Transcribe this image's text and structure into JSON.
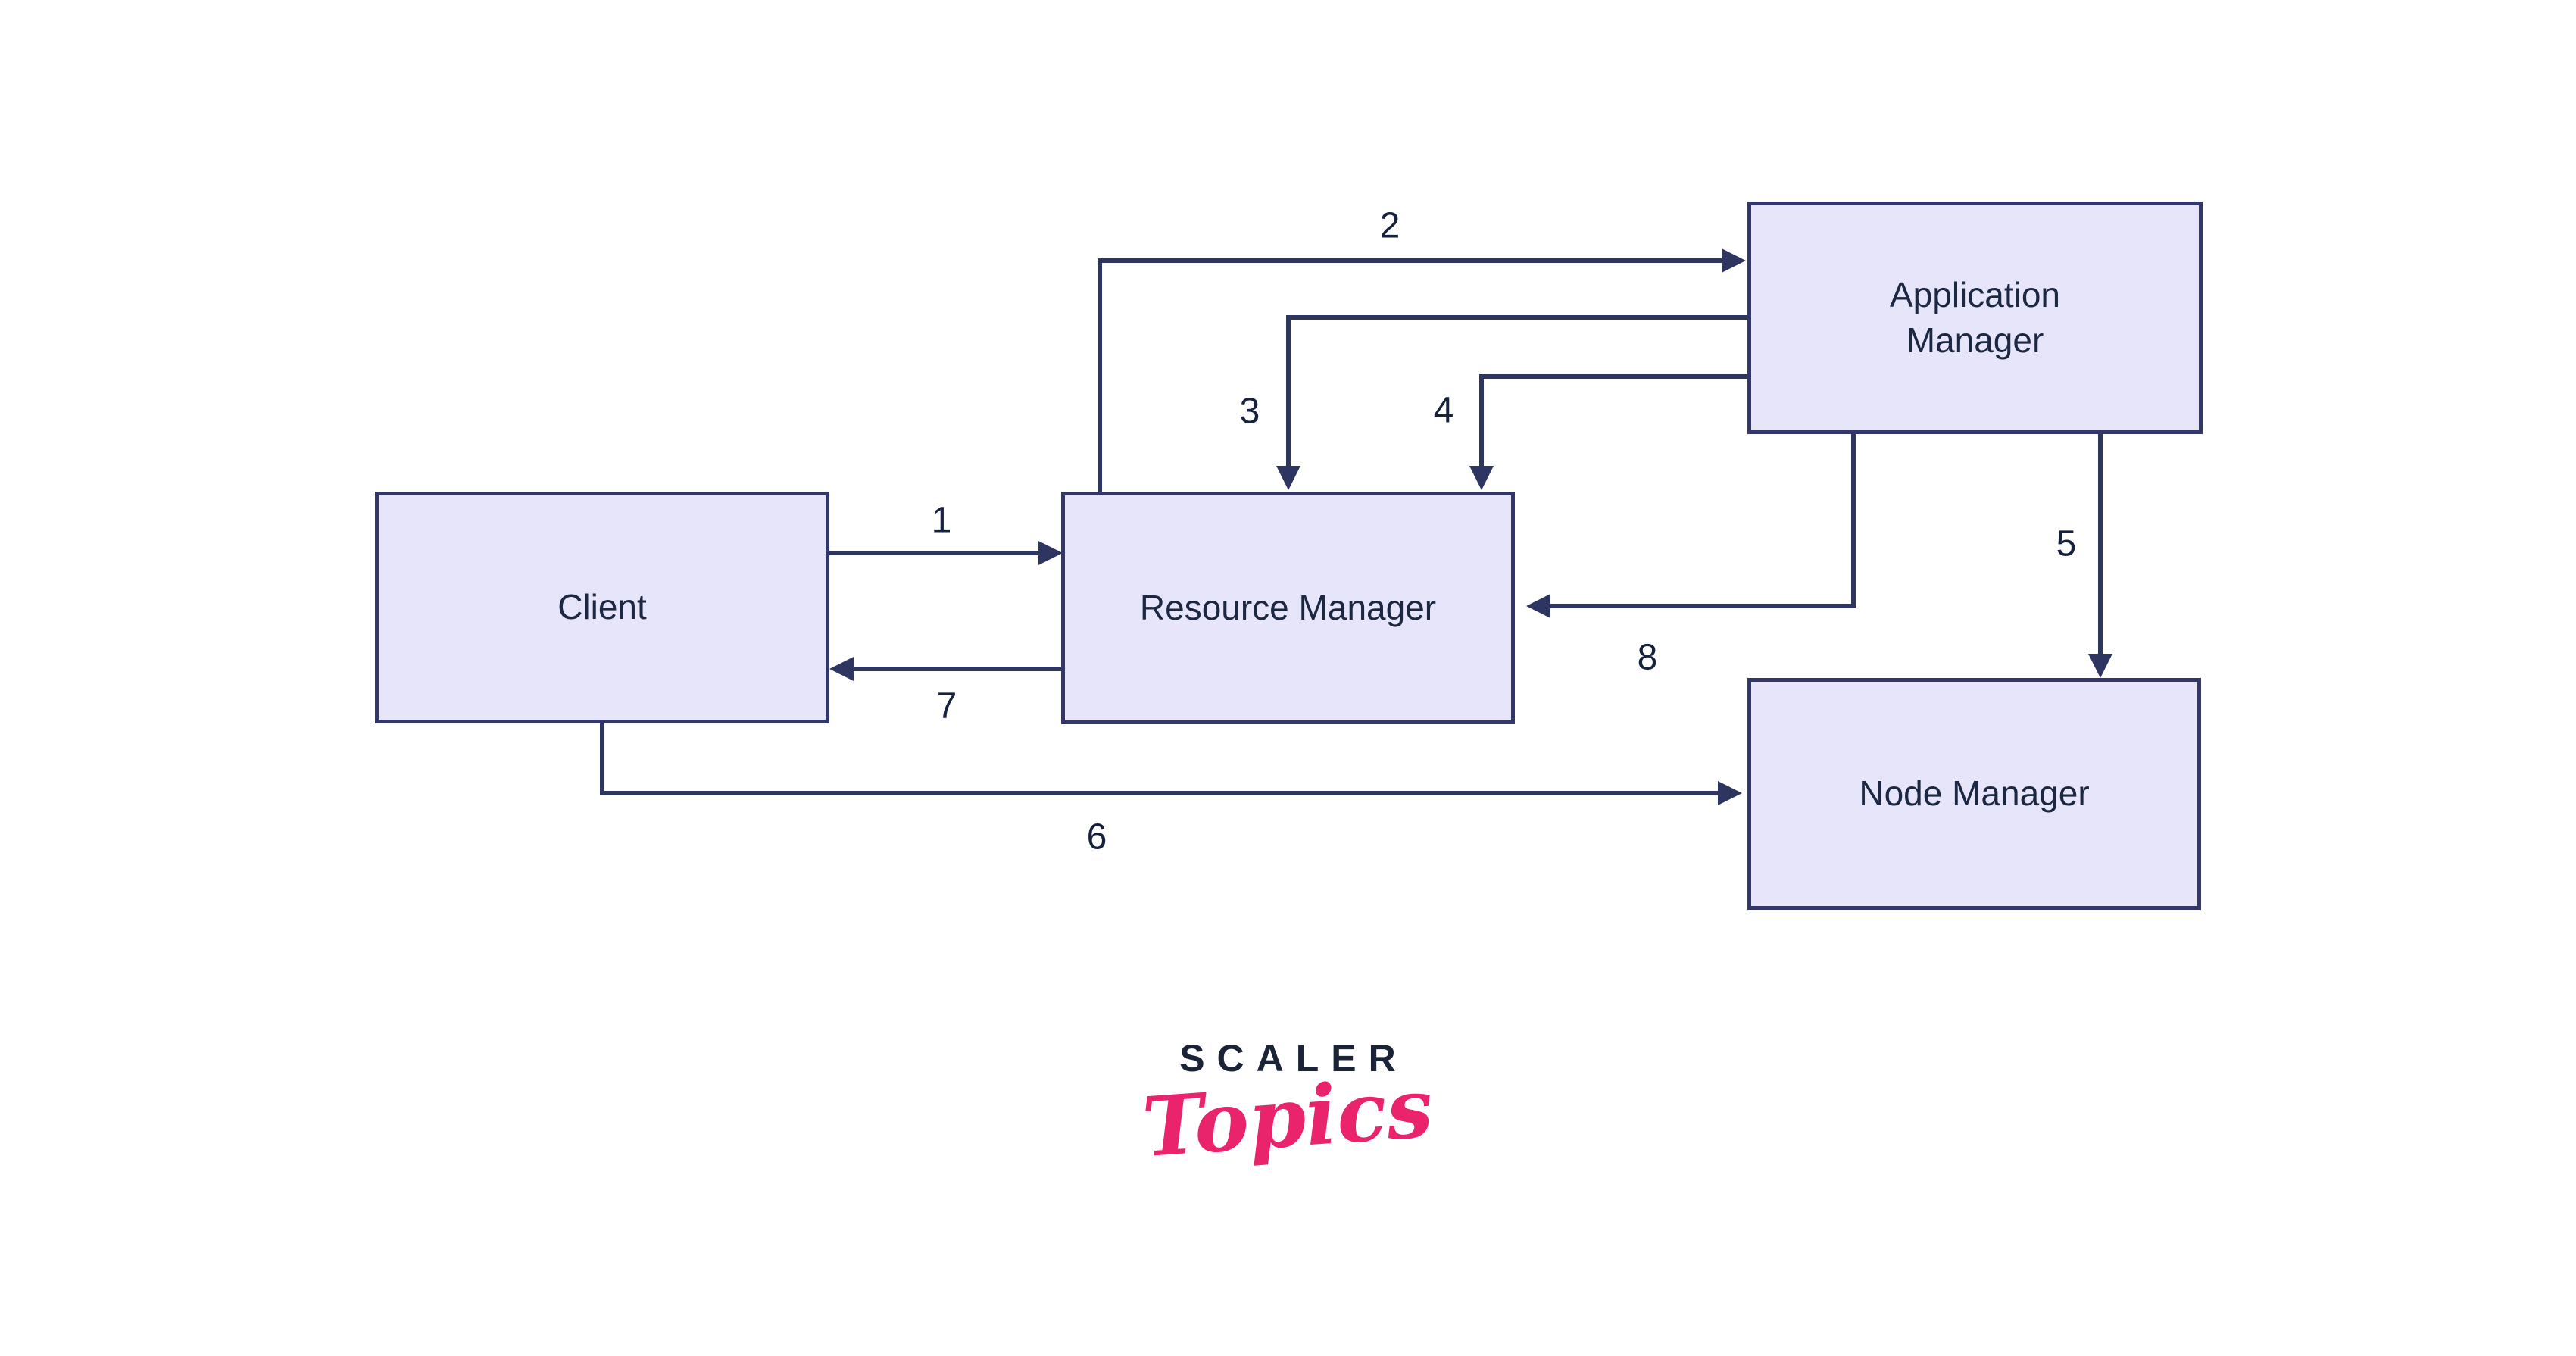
{
  "diagram": {
    "nodes": [
      {
        "id": "client",
        "label": "Client"
      },
      {
        "id": "resource-manager",
        "label": "Resource Manager"
      },
      {
        "id": "application-manager",
        "label": "Application Manager"
      },
      {
        "id": "node-manager",
        "label": "Node Manager"
      }
    ],
    "arrows": [
      {
        "number": "1",
        "from": "client",
        "to": "resource-manager"
      },
      {
        "number": "2",
        "from": "resource-manager",
        "to": "application-manager"
      },
      {
        "number": "3",
        "from": "application-manager",
        "to": "resource-manager"
      },
      {
        "number": "4",
        "from": "application-manager",
        "to": "resource-manager"
      },
      {
        "number": "5",
        "from": "application-manager",
        "to": "node-manager"
      },
      {
        "number": "6",
        "from": "client",
        "to": "node-manager"
      },
      {
        "number": "7",
        "from": "resource-manager",
        "to": "client"
      },
      {
        "number": "8",
        "from": "application-manager",
        "to": "resource-manager"
      }
    ]
  },
  "logo": {
    "brand": "SCALER",
    "sub": "Topics"
  },
  "colors": {
    "box_fill": "#e6e5fa",
    "box_border": "#32366b",
    "line": "#2f3561",
    "text": "#1c2742",
    "number": "#16223c",
    "logo_navy": "#1b2337",
    "logo_pink": "#e9246c",
    "canvas_bg": "#ffffff"
  }
}
